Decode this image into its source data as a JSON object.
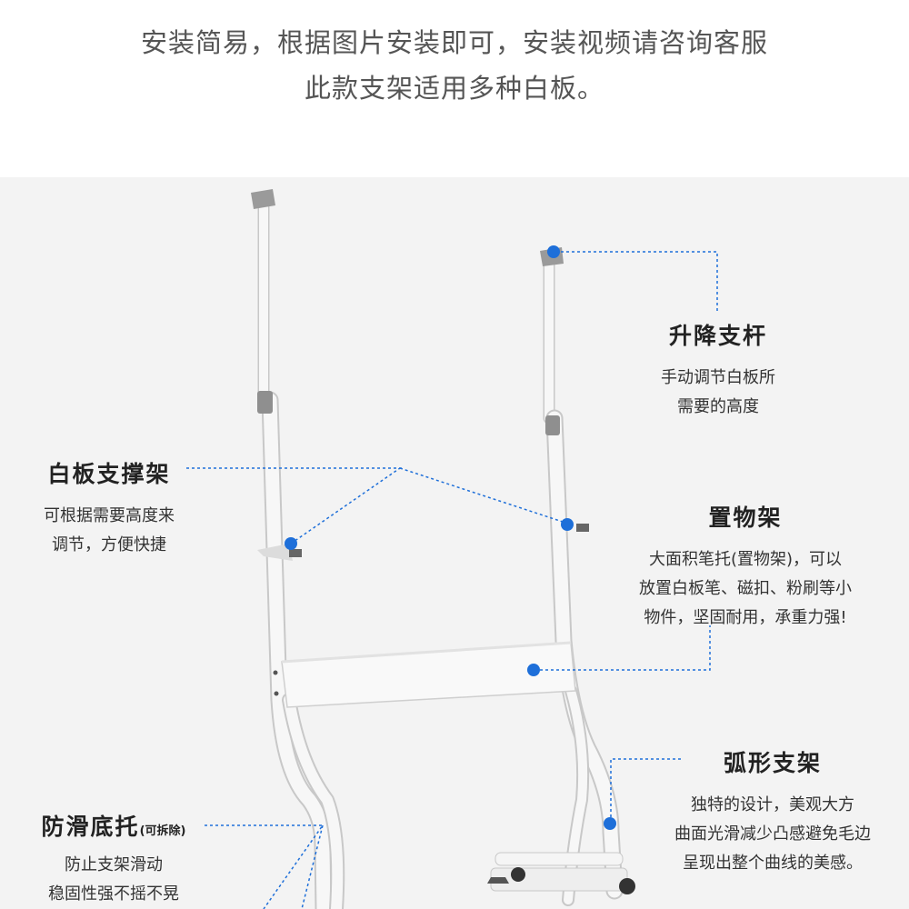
{
  "header": {
    "line1": "安装简易，根据图片安装即可，安装视频请咨询客服",
    "line2": "此款支架适用多种白板。"
  },
  "colors": {
    "accent": "#1e6fd9",
    "frame": "#f7f7f7",
    "frame_edge": "#c8c8c8",
    "header_text": "#555555"
  },
  "labels": {
    "lift_pole": {
      "title": "升降支杆",
      "desc1": "手动调节白板所",
      "desc2": "需要的高度"
    },
    "board_support": {
      "title": "白板支撑架",
      "desc1": "可根据需要高度来",
      "desc2": "调节，方便快捷"
    },
    "shelf": {
      "title": "置物架",
      "desc1": "大面积笔托(置物架)，可以",
      "desc2": "放置白板笔、磁扣、粉刷等小",
      "desc3": "物件，坚固耐用，承重力强!"
    },
    "arc_frame": {
      "title": "弧形支架",
      "desc1": "独特的设计，美观大方",
      "desc2": "曲面光滑减少凸感避免毛边",
      "desc3": "呈现出整个曲线的美感。"
    },
    "base": {
      "title": "防滑底托",
      "note": "(可拆除)",
      "desc1": "防止支架滑动",
      "desc2": "稳固性强不摇不晃"
    }
  }
}
